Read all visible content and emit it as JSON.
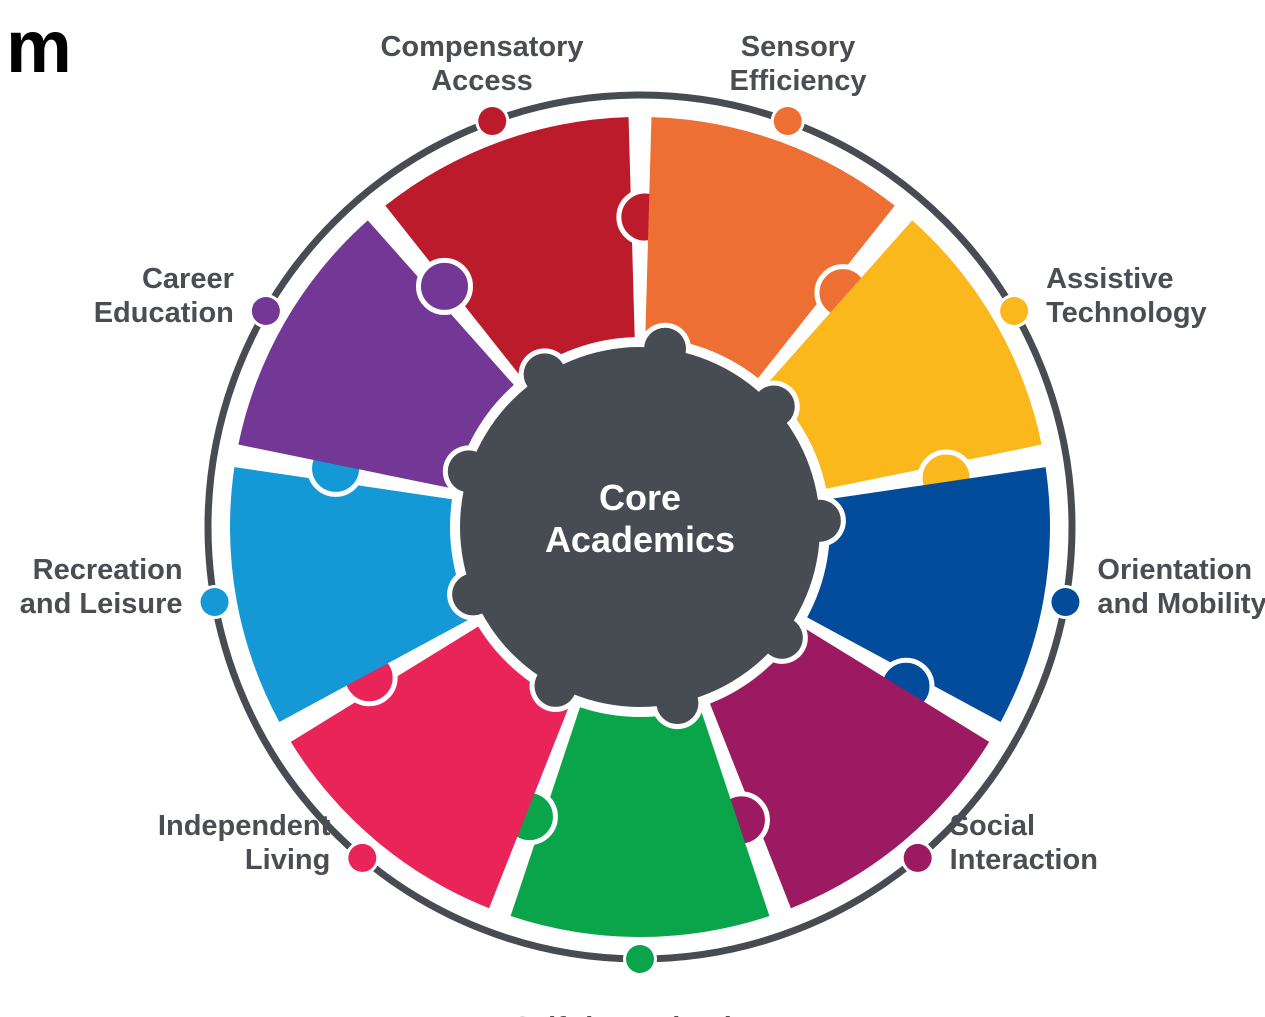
{
  "corner_label": "m",
  "center": {
    "line1": "Core",
    "line2": "Academics",
    "color": "#474b52"
  },
  "ring_color": "#474b52",
  "label_color": "#4a4d54",
  "segments": [
    {
      "key": "compensatory-access",
      "lines": [
        "Compensatory",
        "Access"
      ],
      "color": "#bb1b2a"
    },
    {
      "key": "sensory-efficiency",
      "lines": [
        "Sensory",
        "Efficiency"
      ],
      "color": "#ee6f33"
    },
    {
      "key": "assistive-technology",
      "lines": [
        "Assistive",
        "Technology"
      ],
      "color": "#fab81d"
    },
    {
      "key": "orientation-and-mobility",
      "lines": [
        "Orientation",
        "and Mobility"
      ],
      "color": "#034c9b"
    },
    {
      "key": "social-interaction",
      "lines": [
        "Social",
        "Interaction"
      ],
      "color": "#9b1a62"
    },
    {
      "key": "self-determination",
      "lines": [
        "Self-determination"
      ],
      "color": "#0aa54a"
    },
    {
      "key": "independent-living",
      "lines": [
        "Independent",
        "Living"
      ],
      "color": "#e82458"
    },
    {
      "key": "recreation-and-leisure",
      "lines": [
        "Recreation",
        "and Leisure"
      ],
      "color": "#1498d6"
    },
    {
      "key": "career-education",
      "lines": [
        "Career",
        "Education"
      ],
      "color": "#733795"
    }
  ]
}
